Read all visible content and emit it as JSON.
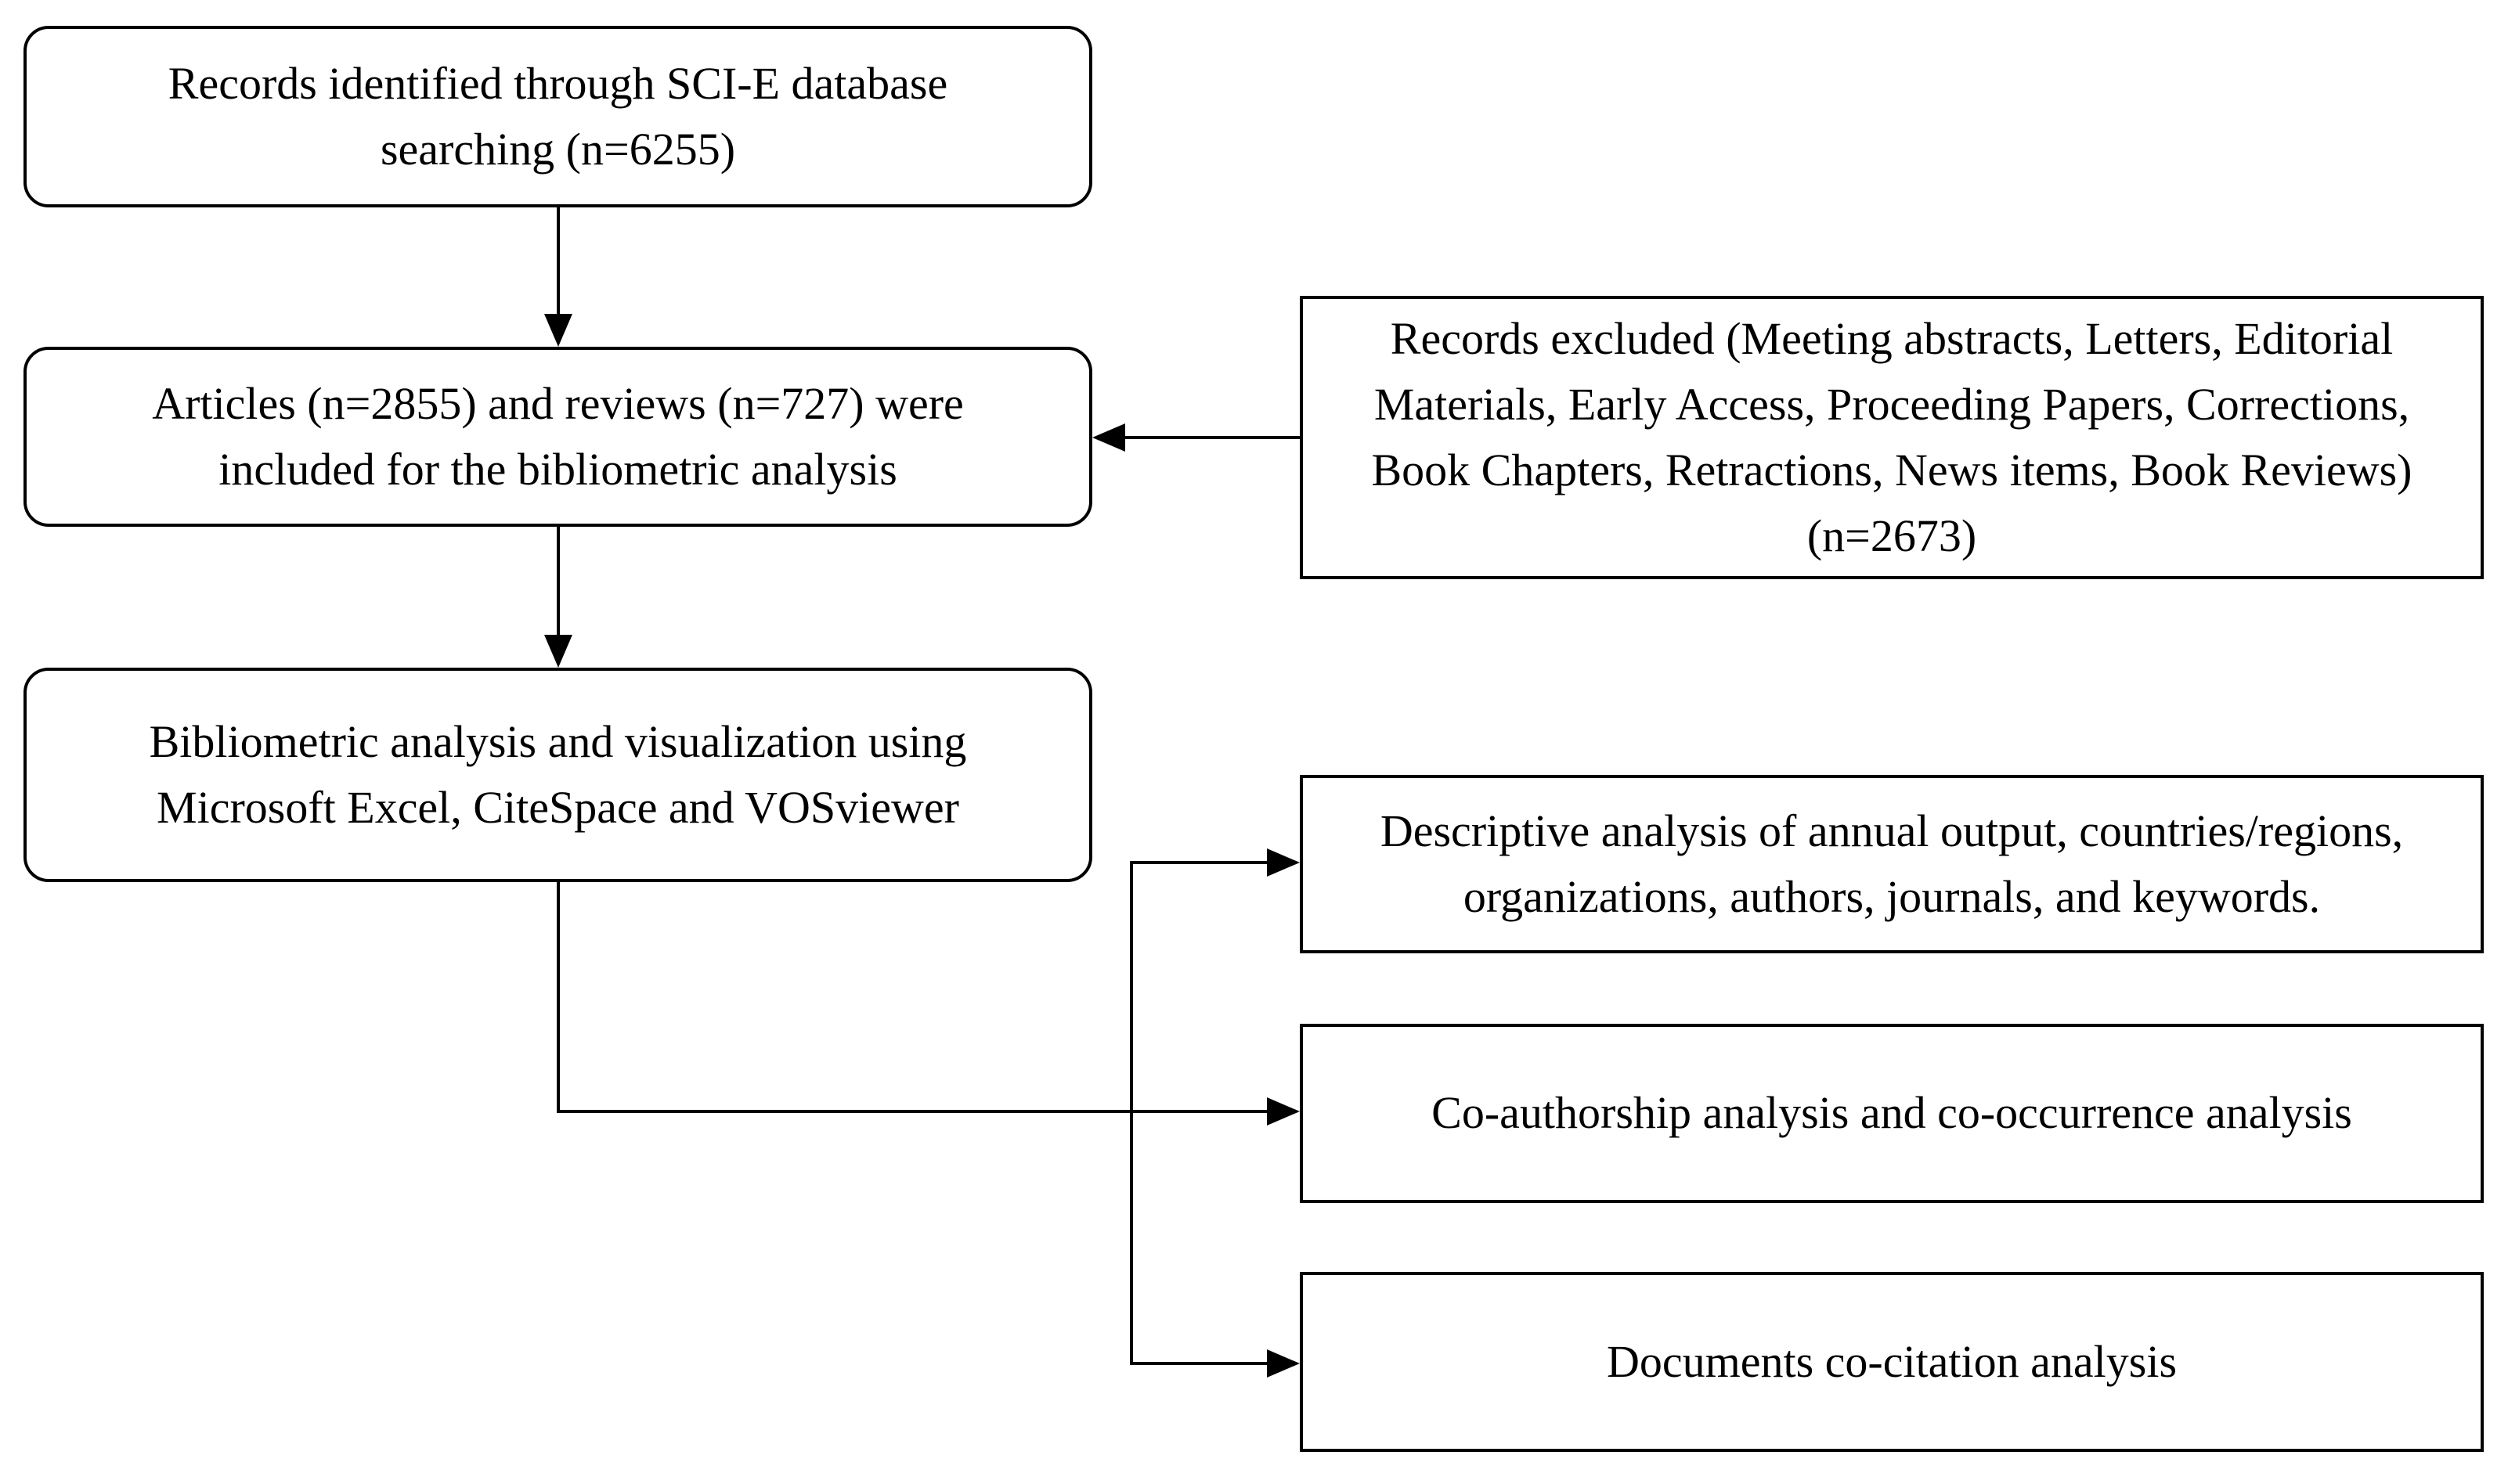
{
  "diagram": {
    "type": "flowchart",
    "background_color": "#ffffff",
    "line_color": "#000000",
    "boxes": {
      "identified": {
        "shape": "rounded-rectangle",
        "lines": [
          "Records identified through SCI-E database",
          "searching (n=6255)"
        ]
      },
      "included": {
        "shape": "rounded-rectangle",
        "lines": [
          "Articles (n=2855) and reviews (n=727) were",
          "included for the bibliometric analysis"
        ]
      },
      "excluded": {
        "shape": "rectangle",
        "lines": [
          "Records excluded (Meeting abstracts, Letters, Editorial",
          "Materials, Early Access, Proceeding Papers, Corrections,",
          "Book Chapters, Retractions, News items, Book Reviews)",
          "(n=2673)"
        ]
      },
      "analysis": {
        "shape": "rounded-rectangle",
        "lines": [
          "Bibliometric analysis and visualization using",
          "Microsoft Excel, CiteSpace and VOSviewer"
        ]
      },
      "descriptive": {
        "shape": "rectangle",
        "lines": [
          "Descriptive analysis of annual output, countries/regions,",
          "organizations, authors, journals, and keywords."
        ]
      },
      "coauthorship": {
        "shape": "rectangle",
        "lines": [
          "Co-authorship analysis and co-occurrence analysis"
        ]
      },
      "cocitation": {
        "shape": "rectangle",
        "lines": [
          "Documents co-citation analysis"
        ]
      }
    },
    "values": {
      "records_identified_n": 6255,
      "articles_n": 2855,
      "reviews_n": 727,
      "records_excluded_n": 2673
    },
    "connections": [
      {
        "from": "identified",
        "to": "included",
        "style": "arrow-down"
      },
      {
        "from": "excluded",
        "to": "included",
        "style": "arrow-left"
      },
      {
        "from": "included",
        "to": "analysis",
        "style": "arrow-down"
      },
      {
        "from": "analysis",
        "to": "descriptive",
        "style": "elbow-arrow-right"
      },
      {
        "from": "analysis",
        "to": "coauthorship",
        "style": "elbow-arrow-right"
      },
      {
        "from": "analysis",
        "to": "cocitation",
        "style": "elbow-arrow-right"
      }
    ]
  }
}
